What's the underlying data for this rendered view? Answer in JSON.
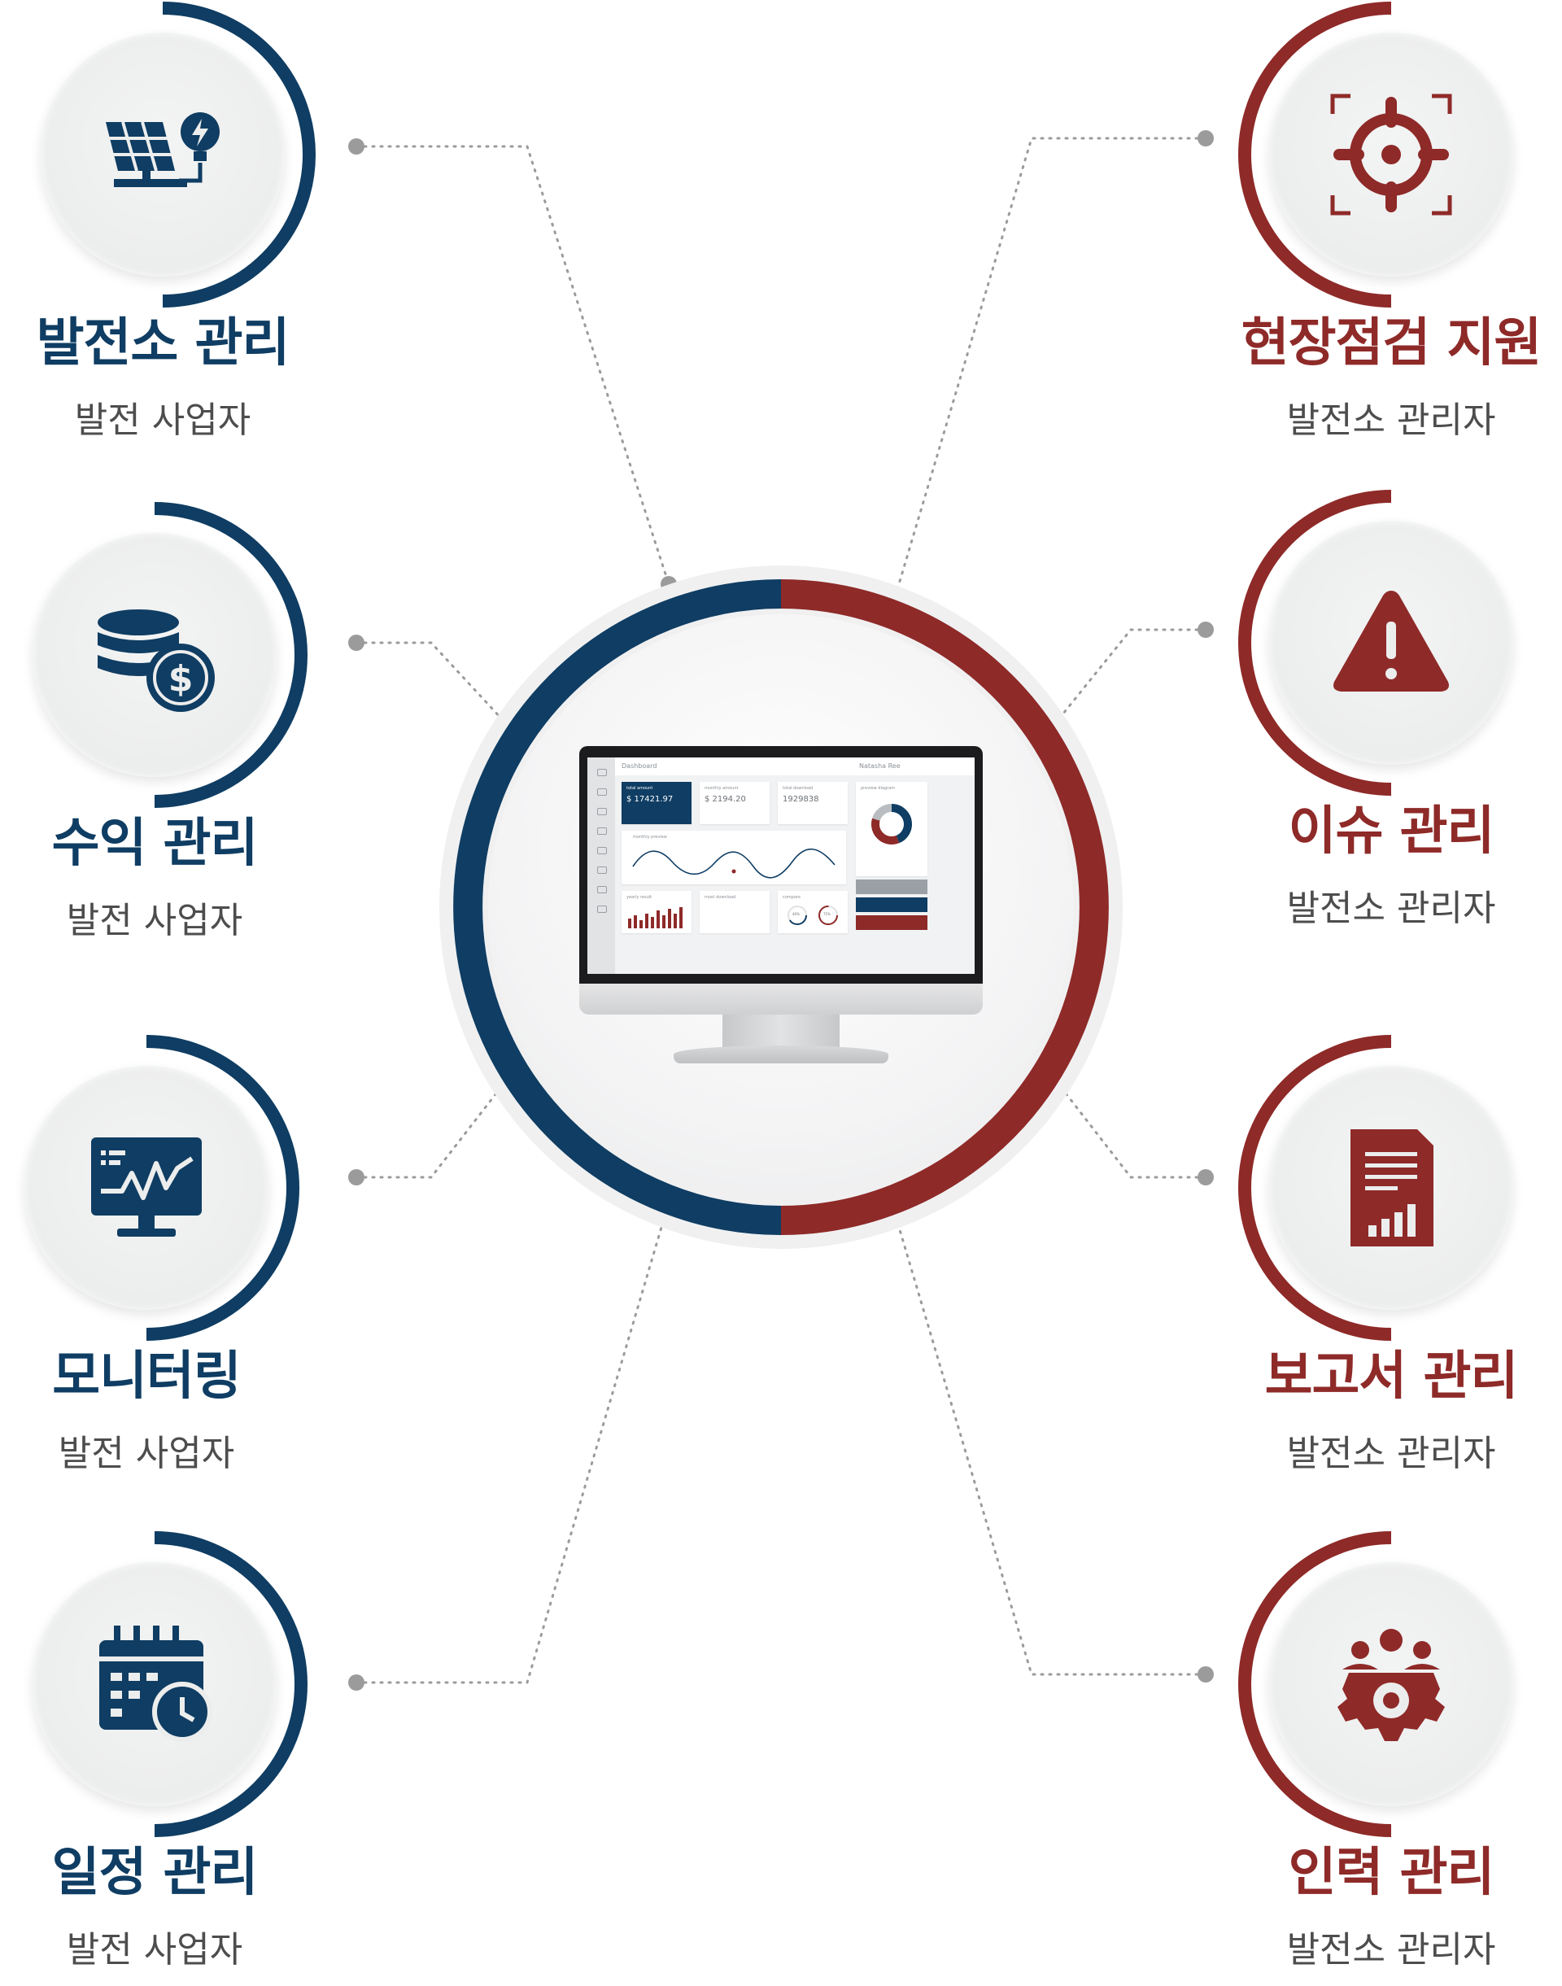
{
  "colors": {
    "blue": "#0f3d63",
    "red": "#8e2a28",
    "dot": "#9b9b9b"
  },
  "left_features": [
    {
      "icon": "solar-panel-icon",
      "title": "발전소 관리",
      "subtitle": "발전 사업자"
    },
    {
      "icon": "coins-dollar-icon",
      "title": "수익 관리",
      "subtitle": "발전 사업자"
    },
    {
      "icon": "monitor-chart-icon",
      "title": "모니터링",
      "subtitle": "발전 사업자"
    },
    {
      "icon": "calendar-clock-icon",
      "title": "일정 관리",
      "subtitle": "발전 사업자"
    }
  ],
  "right_features": [
    {
      "icon": "target-crosshair-icon",
      "title": "현장점검 지원",
      "subtitle": "발전소 관리자"
    },
    {
      "icon": "warning-triangle-icon",
      "title": "이슈 관리",
      "subtitle": "발전소 관리자"
    },
    {
      "icon": "report-document-icon",
      "title": "보고서 관리",
      "subtitle": "발전소 관리자"
    },
    {
      "icon": "team-gear-icon",
      "title": "인력 관리",
      "subtitle": "발전소 관리자"
    }
  ],
  "dashboard": {
    "title": "Dashboard",
    "user": "Natasha Ree",
    "cards": [
      {
        "label": "total amount",
        "value": "$ 17421.97"
      },
      {
        "label": "monthly amount",
        "value": "$ 2194.20"
      },
      {
        "label": "total download",
        "value": "1929838"
      },
      {
        "label": "preview diagram",
        "value": ""
      }
    ],
    "chart_label": "monthly preview",
    "bottom_cards": [
      "yearly result",
      "most download",
      "compare"
    ],
    "compare_values": [
      "40%",
      "75%"
    ]
  }
}
